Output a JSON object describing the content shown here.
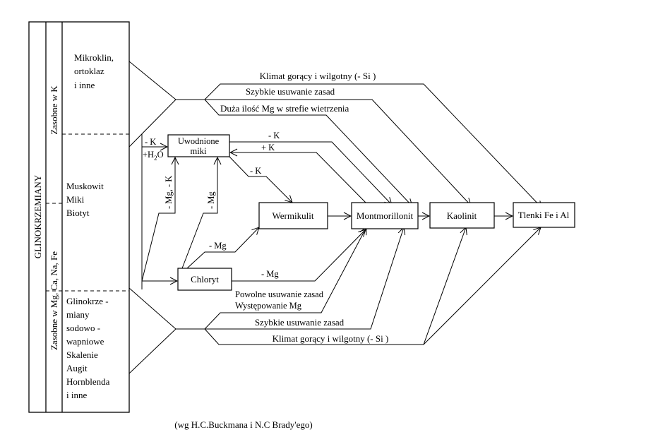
{
  "diagram": {
    "column_title": "GLINOKRZEMIANY",
    "groups": [
      {
        "label": "Zasobne w K"
      },
      {
        "label": "Zasobne w Mg, Ca, Na, Fe"
      }
    ],
    "source_minerals": [
      {
        "lines": [
          "Mikroklin,",
          "ortoklaz",
          "i inne"
        ]
      },
      {
        "lines": [
          "Muskowit",
          "Miki",
          "Biotyt"
        ]
      },
      {
        "lines": [
          "Glinokrze -",
          "miany",
          "sodowo -",
          "wapniowe",
          "Skalenie",
          "Augit",
          "Hornblenda",
          "i inne"
        ]
      }
    ],
    "nodes": {
      "uwodnione_miki": [
        "Uwodnione",
        "miki"
      ],
      "chloryt": "Chloryt",
      "wermikulit": "Wermikulit",
      "montmorillonit": "Montmorillonit",
      "kaolinit": "Kaolinit",
      "tlenki": "Tlenki Fe i Al"
    },
    "top_path_labels": {
      "klimat": "Klimat gorący i wilgotny (- Si )",
      "szybkie": "Szybkie usuwanie zasad",
      "duza_ilosc_mg": "Duża ilość Mg w strefie wietrzenia"
    },
    "bottom_path_labels": {
      "powolne": "Powolne usuwanie zasad",
      "wystepowanie": "Występowanie Mg",
      "szybkie": "Szybkie usuwanie zasad",
      "klimat": "Klimat gorący i wilgotny (- Si )"
    },
    "edge_labels": {
      "minus_k_in": "- K",
      "plus_h2o": "+H",
      "h2o_sub": "2",
      "h2o_o": "O",
      "minus_k_top": "- K",
      "plus_k": "+ K",
      "minus_k_wermikulit": "- K",
      "minus_mg_k": "- Mg, - K",
      "minus_mg_vertical": "- Mg",
      "minus_mg_chloryt_wermikulit": "- Mg",
      "minus_mg_chloryt_montmorillonit": "- Mg"
    },
    "citation": "(wg H.C.Buckmana i N.C Brady'ego)"
  }
}
